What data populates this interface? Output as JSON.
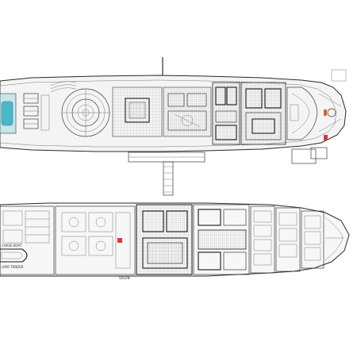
{
  "drawing": {
    "labels": {
      "tender_left": "CHASE BOAT",
      "tender_left_sub": "LIMO TENDER",
      "mid_label": "SALON"
    },
    "colors": {
      "pool": "#49b8c9",
      "pool_deck": "#c6e6ea",
      "accent_orange": "#e0632a",
      "accent_red": "#d43a3a",
      "line": "#3b3b3b"
    }
  }
}
